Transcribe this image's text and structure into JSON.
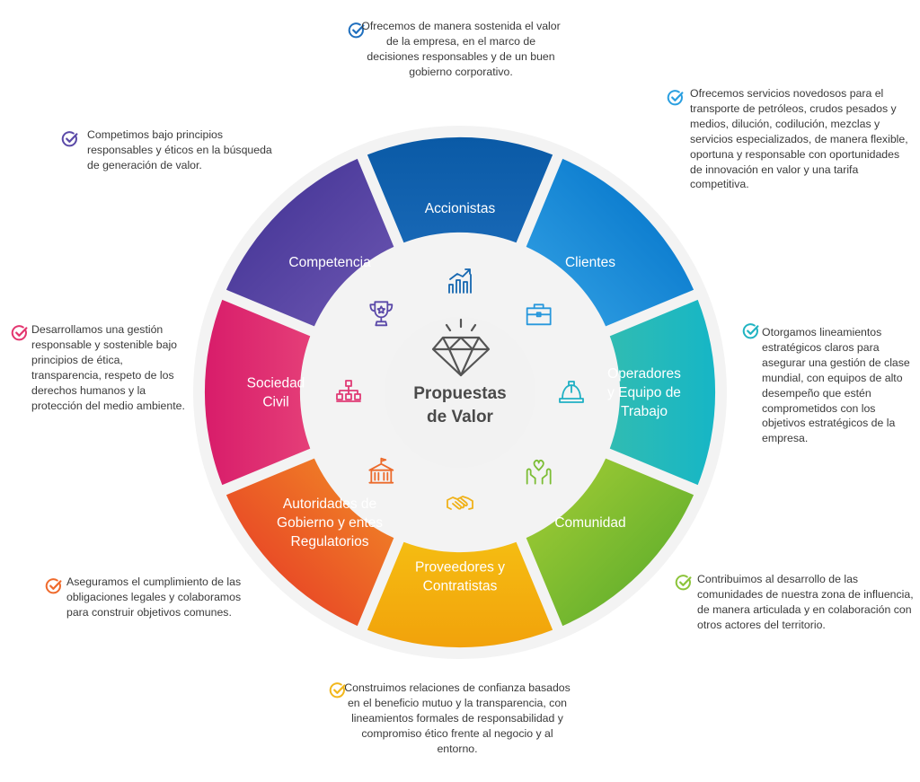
{
  "center": {
    "title_line1": "Propuestas",
    "title_line2": "de Valor",
    "icon": "diamond-icon"
  },
  "segments": [
    {
      "id": "accionistas",
      "label": [
        "Accionistas"
      ],
      "color_outer": "#0a5aa6",
      "color_inner": "#1f6fbe",
      "icon": "growth-chart-icon",
      "icon_color": "#1466b0",
      "check_color": "#1f6fbe",
      "description": "Ofrecemos de manera sostenida el valor de la empresa, en el marco de decisiones responsables y de un buen gobierno corporativo."
    },
    {
      "id": "clientes",
      "label": [
        "Clientes"
      ],
      "color_outer": "#0f7fd0",
      "color_inner": "#36a4e6",
      "icon": "briefcase-icon",
      "icon_color": "#2797dc",
      "check_color": "#2a9fe0",
      "description": "Ofrecemos servicios novedosos para el transporte de petróleos, crudos pesados y medios, dilución, codilución, mezclas y servicios especializados, de manera flexible, oportuna y responsable con oportunidades de innovación en valor y una tarifa competitiva."
    },
    {
      "id": "operadores",
      "label": [
        "Operadores",
        "y Equipo de",
        "Trabajo"
      ],
      "color_outer": "#16b6c6",
      "color_inner": "#3fbfa7",
      "icon": "hard-hat-icon",
      "icon_color": "#1fb0c4",
      "check_color": "#21b4c2",
      "description": "Otorgamos lineamientos estratégicos claros para asegurar una gestión de clase mundial, con equipos de alto desempeño que estén comprometidos con los objetivos estratégicos de la empresa."
    },
    {
      "id": "comunidad",
      "label": [
        "Comunidad"
      ],
      "color_outer": "#6db42e",
      "color_inner": "#a9cf35",
      "icon": "caring-hands-icon",
      "icon_color": "#7cbd35",
      "check_color": "#8cc43a",
      "description": "Contribuimos al desarrollo de las comunidades de nuestra zona de influencia, de manera articulada y en colaboración con otros actores del territorio."
    },
    {
      "id": "proveedores",
      "label": [
        "Proveedores y",
        "Contratistas"
      ],
      "color_outer": "#f2a20b",
      "color_inner": "#f6cb16",
      "icon": "handshake-icon",
      "icon_color": "#f0b21a",
      "check_color": "#f2b71c",
      "description": "Construimos relaciones de confianza basados en el beneficio mutuo y la transparencia, con lineamientos formales de responsabilidad y compromiso ético frente al negocio y al entorno."
    },
    {
      "id": "autoridades",
      "label": [
        "Autoridades de",
        "Gobierno y entes",
        "Regulatorios"
      ],
      "color_outer": "#e94e26",
      "color_inner": "#f29027",
      "icon": "government-building-icon",
      "icon_color": "#ec6a2a",
      "check_color": "#ef6a2c",
      "description": "Aseguramos el cumplimiento de las obligaciones legales y colaboramos para construir objetivos comunes."
    },
    {
      "id": "sociedad",
      "label": [
        "Sociedad",
        "Civil"
      ],
      "color_outer": "#d81c6a",
      "color_inner": "#ec5280",
      "icon": "organization-chart-icon",
      "icon_color": "#e03b76",
      "check_color": "#e3366f",
      "description": "Desarrollamos una gestión responsable y sostenible bajo principios de ética, transparencia, respeto de los derechos humanos y la protección del medio ambiente."
    },
    {
      "id": "competencia",
      "label": [
        "Competencia"
      ],
      "color_outer": "#4d3c9c",
      "color_inner": "#6e58b3",
      "icon": "trophy-icon",
      "icon_color": "#5a48a8",
      "check_color": "#5b4aa8",
      "description": "Competimos bajo principios responsables y éticos en la búsqueda de generación de valor."
    }
  ]
}
